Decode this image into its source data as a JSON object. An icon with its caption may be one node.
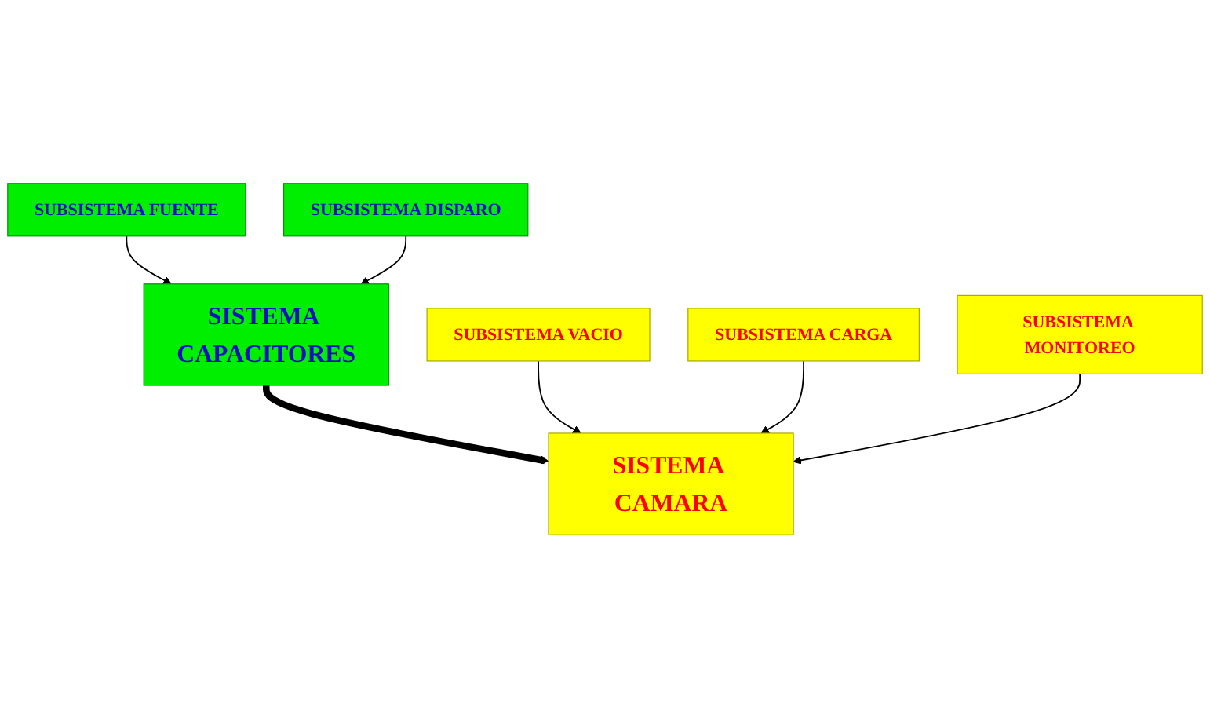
{
  "diagram": {
    "nodes": [
      {
        "text": [
          "SUBSISTEMA FUENTE"
        ]
      },
      {
        "text": [
          "SISTEMA CAPACITORES"
        ]
      },
      {
        "text": [
          "SUBSISTEMA DISPARO"
        ]
      },
      {
        "text": [
          "SUBSISTEMA VACIO"
        ]
      },
      {
        "text": [
          "SISTEMA CAMARA"
        ]
      },
      {
        "text": [
          "SUBSISTEMA CARGA"
        ]
      },
      {
        "text": [
          "SUBSISTEMA MONITOREO"
        ]
      }
    ],
    "edges": [
      {
        "from": 0,
        "to": 1,
        "arrow": "to"
      },
      {
        "from": 2,
        "to": 1,
        "arrow": "to"
      },
      {
        "from": 1,
        "to": 4,
        "arrow": "to",
        "style": "thick"
      },
      {
        "from": 3,
        "to": 4,
        "arrow": "to"
      },
      {
        "from": 5,
        "to": 4,
        "arrow": "to"
      },
      {
        "from": 6,
        "to": 4,
        "arrow": "to"
      }
    ]
  }
}
